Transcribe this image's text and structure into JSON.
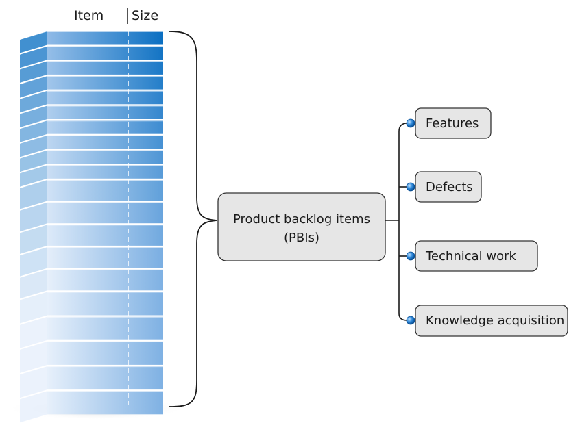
{
  "backlog": {
    "column_item": "Item",
    "column_size": "Size",
    "row_count": 20
  },
  "center_node": {
    "line1": "Product backlog items",
    "line2": "(PBIs)"
  },
  "categories": [
    {
      "label": "Features"
    },
    {
      "label": "Defects"
    },
    {
      "label": "Technical work"
    },
    {
      "label": "Knowledge acquisition"
    }
  ],
  "colors": {
    "stack_dark": "#0a6fc2",
    "stack_mid": "#7fb1e3",
    "stack_light": "#e7f0fb",
    "node_fill": "#e6e6e6",
    "node_stroke": "#333333",
    "bullet": "#1f7bd0"
  }
}
